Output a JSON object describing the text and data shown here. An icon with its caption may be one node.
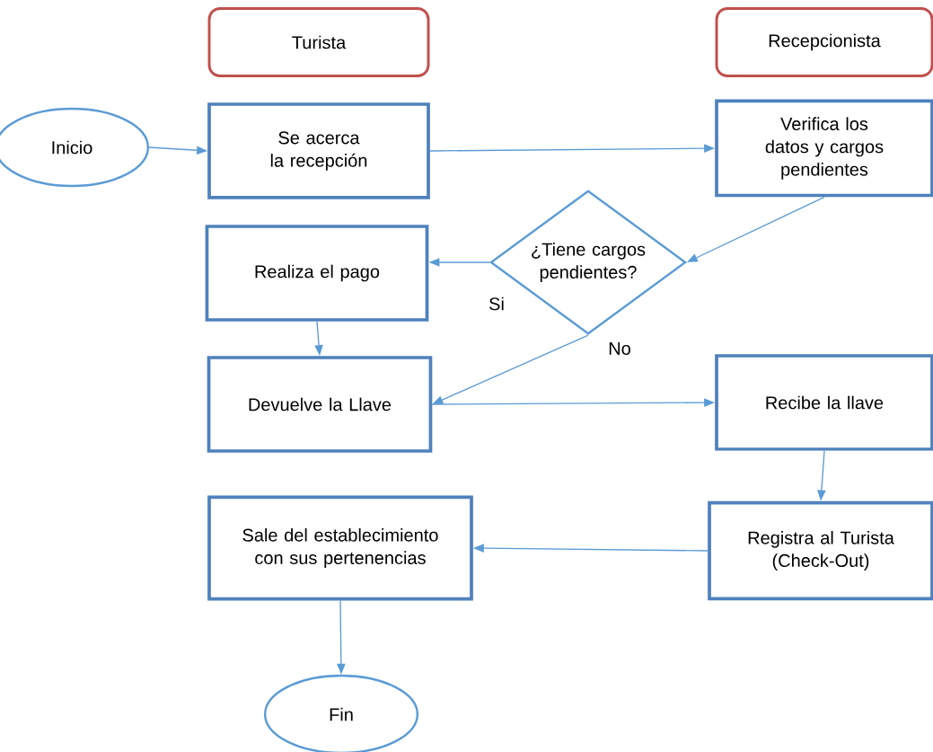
{
  "diagram": {
    "nodes": [
      {
        "text": [
          "Turista"
        ]
      },
      {
        "text": [
          "Recepcionista"
        ]
      },
      {
        "text": [
          "Inicio"
        ]
      },
      {
        "text": [
          "Se acerca la recepción"
        ]
      },
      {
        "text": [
          "Verifica los datos y cargos pendientes"
        ]
      },
      {
        "text": [
          "¿Tiene cargos pendientes?"
        ]
      },
      {
        "text": [
          "Realiza el pago"
        ]
      },
      {
        "text": [
          "Devuelve la Llave"
        ]
      },
      {
        "text": [
          "Recibe la llave"
        ]
      },
      {
        "text": [
          "Sale del establecimiento con sus pertenencias"
        ]
      },
      {
        "text": [
          "Registra al Turista (Check-Out)"
        ]
      },
      {
        "text": [
          "Fin"
        ]
      }
    ],
    "edges": [
      {
        "from": 2,
        "to": 3,
        "arrow": "to"
      },
      {
        "from": 3,
        "to": 4,
        "arrow": "to"
      },
      {
        "from": 4,
        "to": 5,
        "arrow": "to"
      },
      {
        "from": 5,
        "to": 6,
        "arrow": "to",
        "label": "Si"
      },
      {
        "from": 6,
        "to": 7,
        "arrow": "to"
      },
      {
        "from": 5,
        "to": 7,
        "arrow": "to",
        "label": "No"
      },
      {
        "from": 7,
        "to": 8,
        "arrow": "to"
      },
      {
        "from": 8,
        "to": 10,
        "arrow": "to"
      },
      {
        "from": 10,
        "to": 9,
        "arrow": "to"
      },
      {
        "from": 9,
        "to": 11,
        "arrow": "to"
      }
    ]
  }
}
